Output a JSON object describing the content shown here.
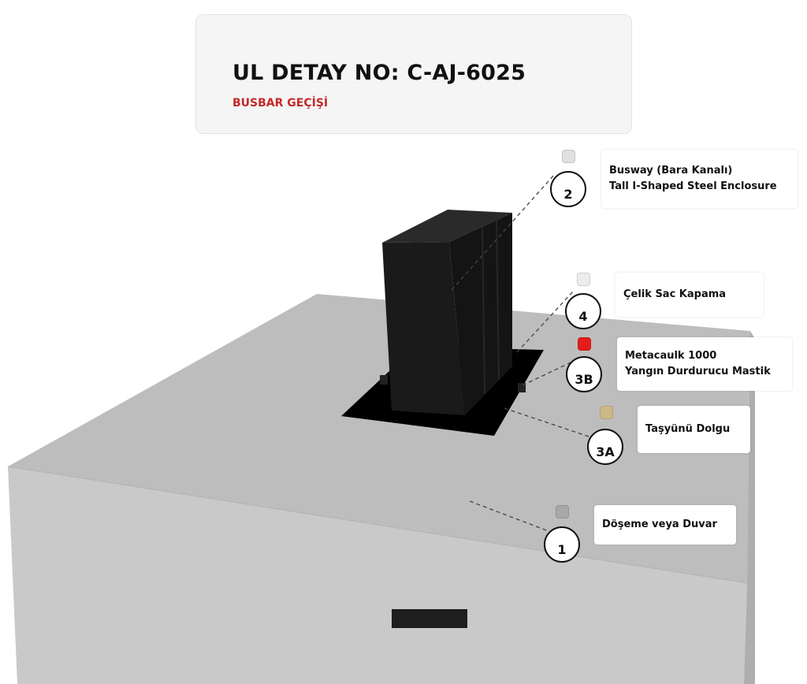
{
  "header": {
    "title": "UL DETAY NO: C-AJ-6025",
    "subtitle": "BUSBAR GEÇİŞİ"
  },
  "colors": {
    "accent_red": "#c62828",
    "slab_top": "#bdbdbd",
    "slab_front": "#c9c9c9",
    "slab_side": "#aeaeae",
    "busway": "#1a1a1a",
    "plate": "#000000"
  },
  "callouts": [
    {
      "number": "2",
      "chip_color": "#e0e0e0",
      "lines": [
        "Busway (Bara Kanalı)",
        "Tall I-Shaped Steel Enclosure"
      ]
    },
    {
      "number": "4",
      "chip_color": "#ececec",
      "lines": [
        "Çelik Sac Kapama"
      ]
    },
    {
      "number": "3B",
      "chip_color": "#e51c1c",
      "lines": [
        "Metacaulk 1000",
        "Yangın Durdurucu Mastik"
      ]
    },
    {
      "number": "3A",
      "chip_color": "#cdb887",
      "lines": [
        "Taşyünü Dolgu"
      ]
    },
    {
      "number": "1",
      "chip_color": "#a8a8a8",
      "lines": [
        "Döşeme veya Duvar"
      ]
    }
  ]
}
